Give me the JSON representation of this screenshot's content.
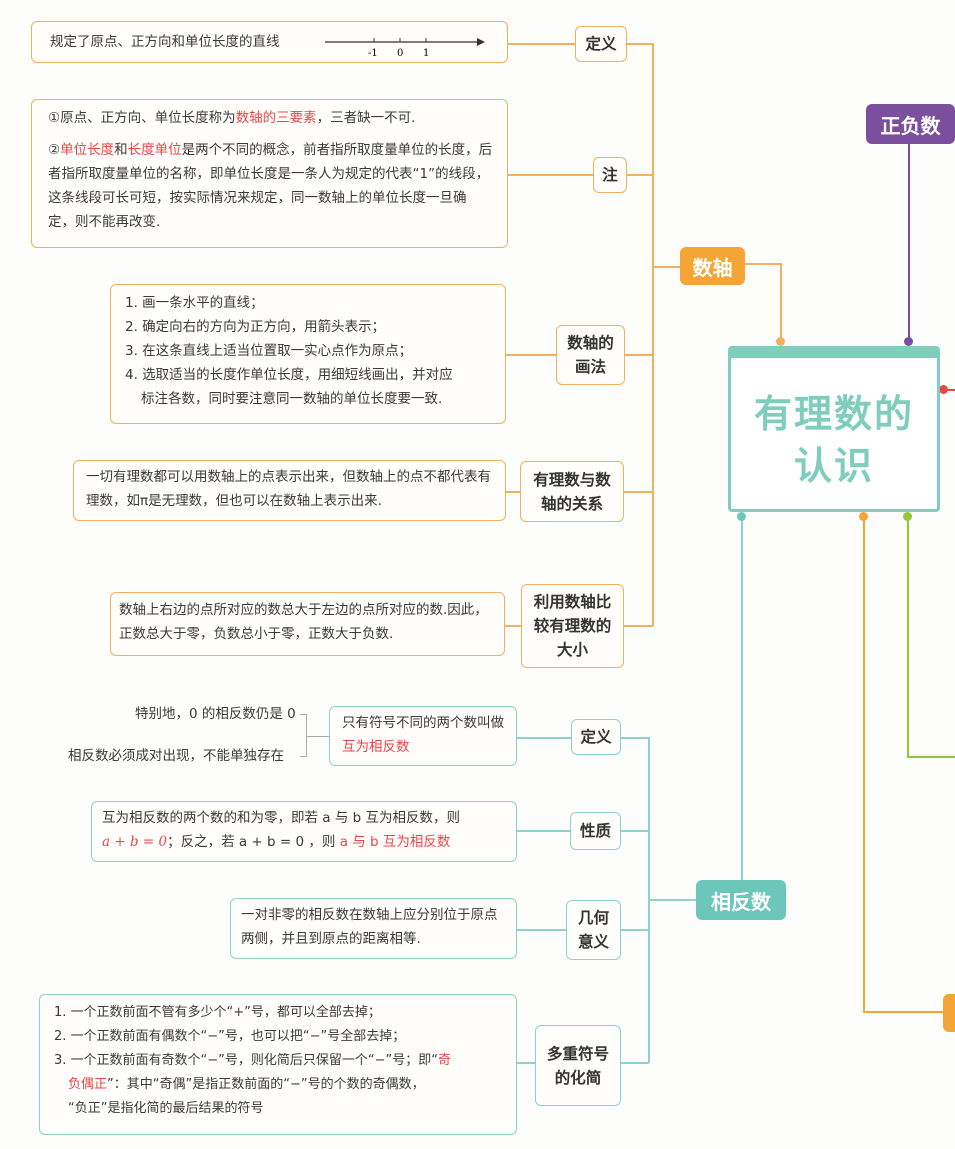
{
  "center": {
    "title_line1": "有理数的",
    "title_line2": "认识"
  },
  "top_tag": "正负数",
  "number_axis": {
    "tag": "数轴",
    "definition": {
      "label": "定义",
      "text": "规定了原点、正方向和单位长度的直线",
      "ticks": [
        "-1",
        "0",
        "1"
      ]
    },
    "note": {
      "label": "注",
      "p1_pre": "①原点、正方向、单位长度称为",
      "p1_hl": "数轴的三要素",
      "p1_post": "，三者缺一不可.",
      "p2_num": "②",
      "p2_hl1": "单位长度",
      "p2_and": "和",
      "p2_hl2": "长度单位",
      "p2_rest": "是两个不同的概念，前者指所取度量单位的长度，后者指所取度量单位的名称，即单位长度是一条人为规定的代表“1”的线段，这条线段可长可短，按实际情况来规定，同一数轴上的单位长度一旦确定，则不能再改变."
    },
    "drawing": {
      "label_line1": "数轴的",
      "label_line2": "画法",
      "steps": [
        "1. 画一条水平的直线；",
        "2. 确定向右的方向为正方向，用箭头表示；",
        "3. 在这条直线上适当位置取一实心点作为原点；",
        "4. 选取适当的长度作单位长度，用细短线画出，并对应",
        "标注各数，同时要注意同一数轴的单位长度要一致."
      ]
    },
    "relation": {
      "label_line1": "有理数与数",
      "label_line2": "轴的关系",
      "text": "一切有理数都可以用数轴上的点表示出来，但数轴上的点不都代表有理数，如π是无理数，但也可以在数轴上表示出来."
    },
    "compare": {
      "label_line1": "利用数轴比",
      "label_line2": "较有理数的",
      "label_line3": "大小",
      "text": "数轴上右边的点所对应的数总大于左边的点所对应的数.因此，正数总大于零，负数总小于零，正数大于负数."
    }
  },
  "opposite": {
    "tag": "相反数",
    "definition": {
      "label": "定义",
      "text_pre": "只有符号不同的两个数叫做",
      "text_hl": "互为相反数",
      "side1": "特别地，0 的相反数仍是 0",
      "side2": "相反数必须成对出现，不能单独存在"
    },
    "property": {
      "label": "性质",
      "l1": "互为相反数的两个数的和为零，即若 a 与 b 互为相反数，则",
      "l2_hl": "a + b = 0",
      "l2_mid": "；反之，若 a + b = 0 ，则",
      "l2_hl2": "a 与 b 互为相反数"
    },
    "geometry": {
      "label_line1": "几何",
      "label_line2": "意义",
      "text": "一对非零的相反数在数轴上应分别位于原点两侧，并且到原点的距离相等."
    },
    "simplify": {
      "label_line1": "多重符号",
      "label_line2": "的化简",
      "s1": "1. 一个正数前面不管有多少个“+”号，都可以全部去掉；",
      "s2": "2. 一个正数前面有偶数个“−”号，也可以把“−”号全部去掉；",
      "s3_pre": "3. 一个正数前面有奇数个“−”号，则化简后只保留一个“−”号；即“",
      "s3_hl1": "奇",
      "s3_hl2": "负偶正",
      "s3_mid": "”：其中“奇偶”是指正数前面的“−”号的个数的奇偶数，",
      "s3_end": "“负正”是指化简的最后结果的符号"
    }
  },
  "colors": {
    "orange": "#f2b061",
    "teal": "#6cc7ba",
    "purple": "#7b4f9e",
    "green": "#8fc93a",
    "red": "#e8474a"
  }
}
